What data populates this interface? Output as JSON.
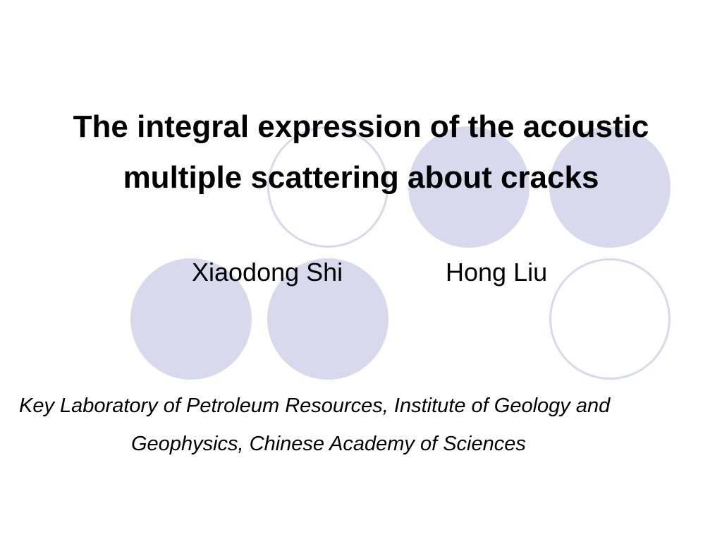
{
  "slide": {
    "title_lines": [
      "The integral expression of the acoustic",
      "multiple scattering about cracks"
    ],
    "authors": [
      "Xiaodong Shi",
      "Hong Liu"
    ],
    "affiliation_lines": [
      "Key Laboratory of Petroleum Resources, Institute of Geology and",
      "Geophysics, Chinese Academy of Sciences"
    ]
  },
  "colors": {
    "background": "#ffffff",
    "circle": "#d9d8ec",
    "text": "#000000"
  }
}
